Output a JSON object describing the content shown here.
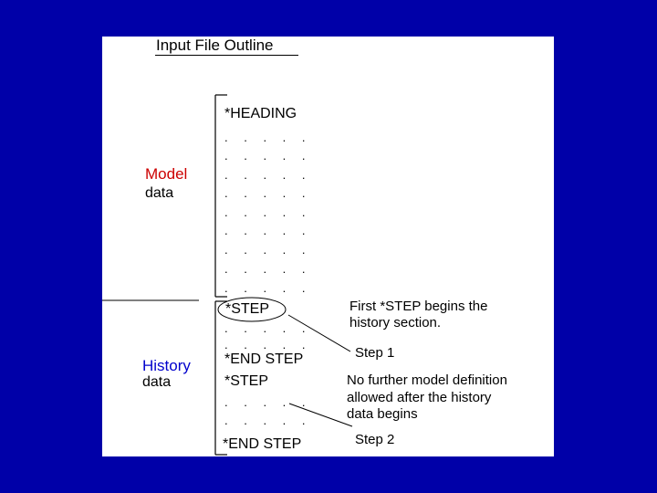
{
  "title": "Input File Outline",
  "sections": {
    "model": {
      "label": "Model",
      "sub": "data",
      "color": "#cc0000"
    },
    "history": {
      "label": "History",
      "sub": "data",
      "color": "#0000cc"
    }
  },
  "keywords": {
    "heading": "*HEADING",
    "step1": "*STEP",
    "end_step1": "*END STEP",
    "step2": "*STEP",
    "end_step2": "*END STEP"
  },
  "dots": ". . . . .",
  "notes": {
    "first_step": [
      "First  *STEP  begins  the",
      "history  section."
    ],
    "step1_label": "Step  1",
    "no_further": [
      "No further  model  definition",
      "allowed  after  the  history",
      "data  begins"
    ],
    "step2_label": "Step  2"
  },
  "colors": {
    "background": "#0000a8",
    "panel": "#ffffff"
  }
}
